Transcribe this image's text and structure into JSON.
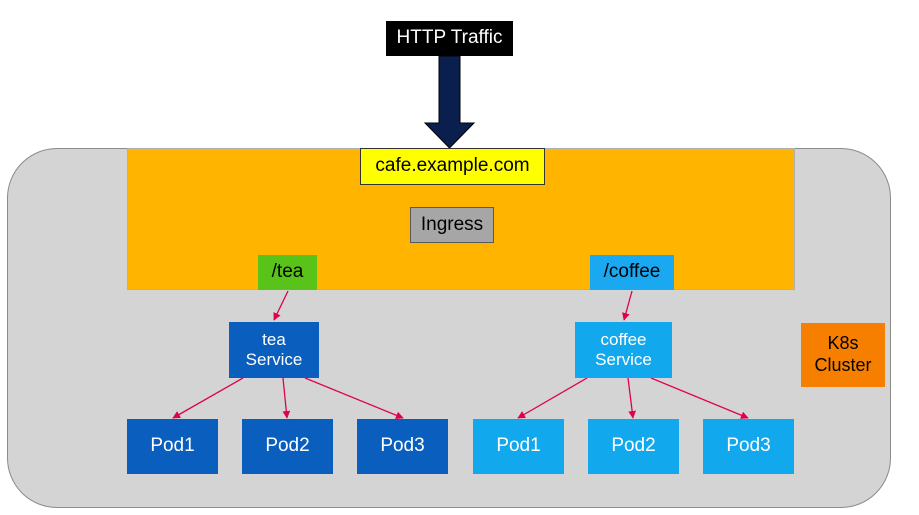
{
  "traffic": {
    "label": "HTTP Traffic"
  },
  "ingress": {
    "host": "cafe.example.com",
    "label": "Ingress",
    "paths": [
      "/tea",
      "/coffee"
    ]
  },
  "services": {
    "tea": {
      "label": "tea\nService",
      "pods": [
        "Pod1",
        "Pod2",
        "Pod3"
      ]
    },
    "coffee": {
      "label": "coffee\nService",
      "pods": [
        "Pod1",
        "Pod2",
        "Pod3"
      ]
    }
  },
  "cluster": {
    "label": "K8s\nCluster"
  },
  "colors": {
    "cluster_bg": "#d4d4d4",
    "ingress_bg": "#ffb400",
    "host_bg": "#ffff00",
    "tea_path": "#5ac31a",
    "coffee_path": "#1aa8f0",
    "tea_blue": "#0a5ebe",
    "coffee_blue": "#12a8ee",
    "k8s_orange": "#f77f00",
    "arrow_red": "#e0004d",
    "traffic_arrow": "#0b1f4e"
  }
}
